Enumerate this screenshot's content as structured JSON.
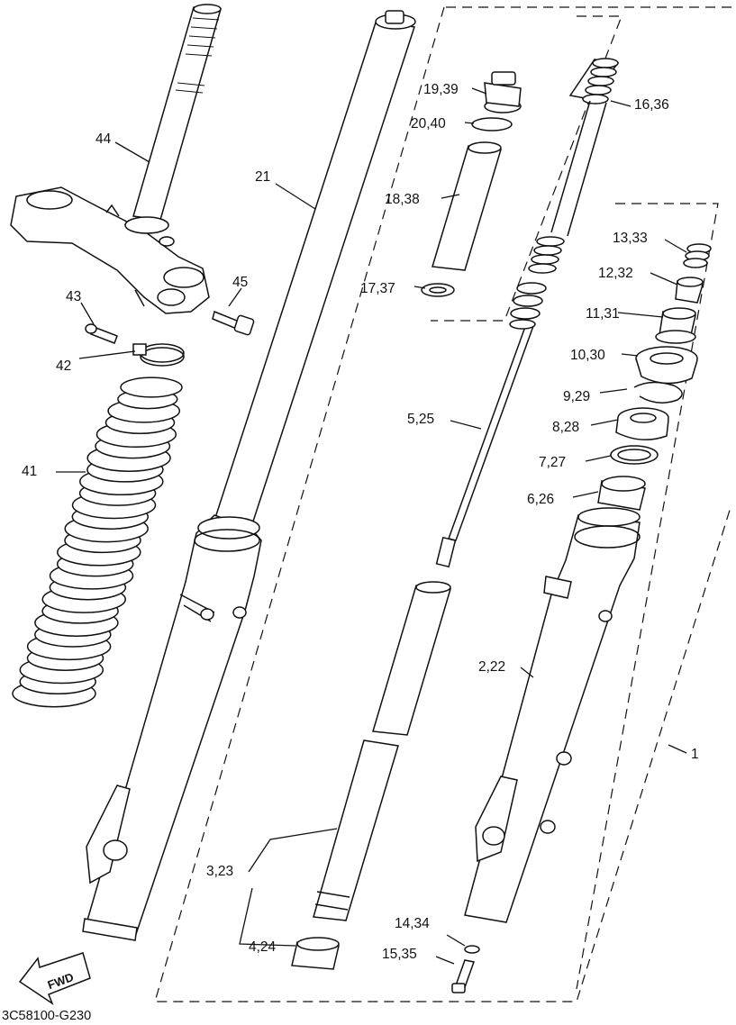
{
  "diagram": {
    "drawing_code": "3C58100-G230",
    "fwd_label": "FWD",
    "callouts": {
      "p1": "1",
      "p2_22": "2,22",
      "p3_23": "3,23",
      "p4_24": "4,24",
      "p5_25": "5,25",
      "p6_26": "6,26",
      "p7_27": "7,27",
      "p8_28": "8,28",
      "p9_29": "9,29",
      "p10_30": "10,30",
      "p11_31": "11,31",
      "p12_32": "12,32",
      "p13_33": "13,33",
      "p14_34": "14,34",
      "p15_35": "15,35",
      "p16_36": "16,36",
      "p17_37": "17,37",
      "p18_38": "18,38",
      "p19_39": "19,39",
      "p20_40": "20,40",
      "p21": "21",
      "p41": "41",
      "p42": "42",
      "p43": "43",
      "p44": "44",
      "p45": "45"
    }
  }
}
